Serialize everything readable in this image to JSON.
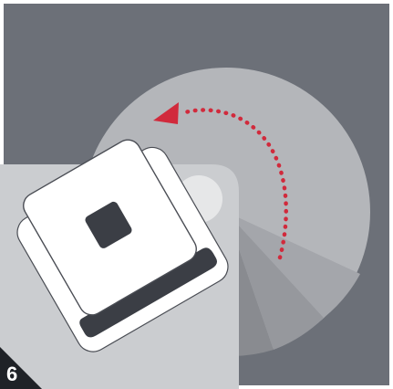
{
  "step": {
    "number": "6"
  },
  "illustration": {
    "subject": "robot-rotating-in-corner",
    "rotation_direction": "counter-clockwise",
    "colors": {
      "background": "#6c7078",
      "sweep_area": "#b4b6ba",
      "floor_tile": "#cbcdd0",
      "robot_body": "#ffffff",
      "robot_button": "#3b3e45",
      "arrow": "#d12a3c",
      "corner_badge": "#1f2227"
    }
  }
}
